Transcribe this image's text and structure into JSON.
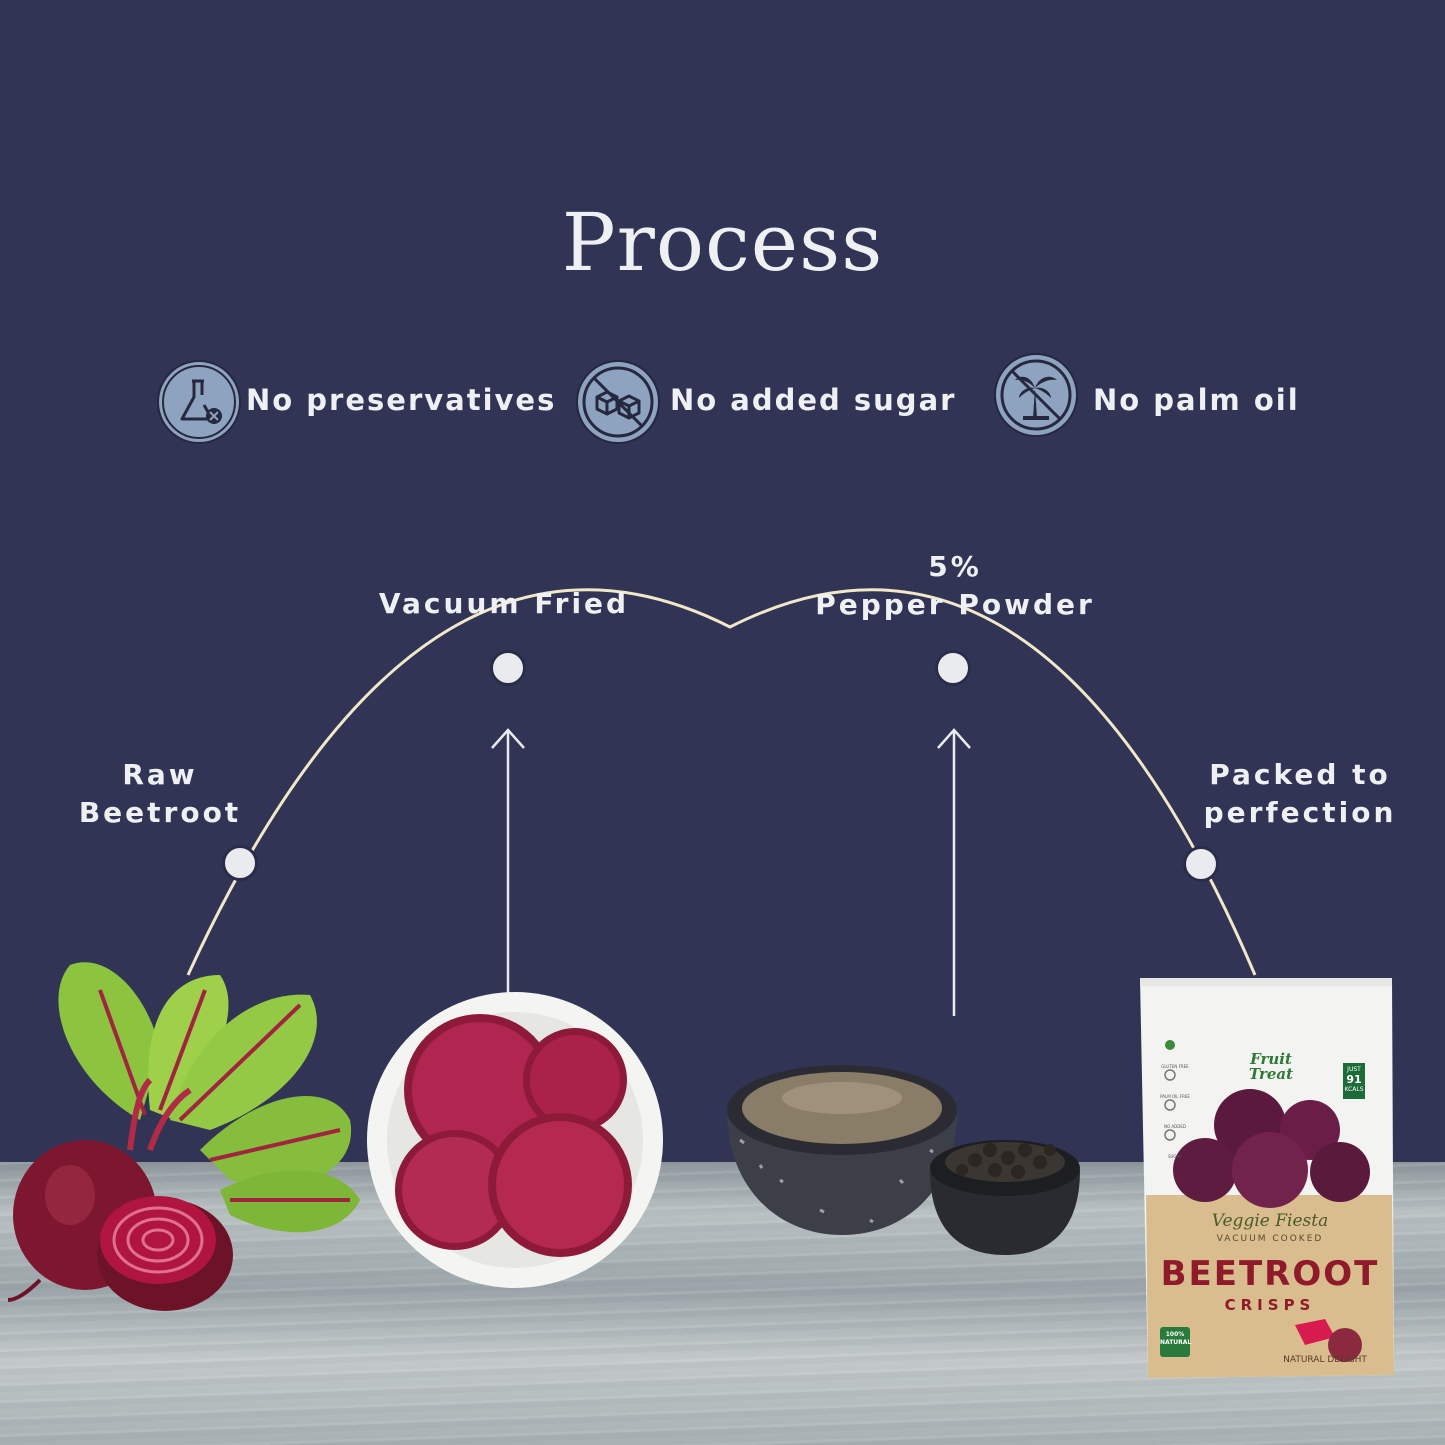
{
  "title": "Process",
  "features": [
    {
      "label": "No preservatives",
      "icon": "flask-cross-icon"
    },
    {
      "label": "No added sugar",
      "icon": "sugar-cubes-crossed-icon"
    },
    {
      "label": "No palm oil",
      "icon": "palm-tree-crossed-icon"
    }
  ],
  "steps": [
    {
      "line1": "Raw",
      "line2": "Beetroot"
    },
    {
      "line1": "Vacuum Fried",
      "line2": ""
    },
    {
      "line1": "5%",
      "line2": "Pepper Powder"
    },
    {
      "line1": "Packed to",
      "line2": "perfection"
    }
  ],
  "package": {
    "brand": "Fruit Treat",
    "line": "Veggie Fiesta",
    "subtitle": "VACUUM COOKED",
    "product": "BEETROOT",
    "product_sub": "CRISPS",
    "tagline": "NATURAL DELIGHT",
    "kcal_prefix": "JUST",
    "kcal_value": "91",
    "kcal_unit": "KCALS",
    "natural_badge": "100% NATURAL",
    "claims": [
      "GLUTEN FREE",
      "PALM OIL FREE",
      "NO ADDED SUGAR"
    ]
  },
  "colors": {
    "background": "#313454",
    "arc": "#f1e8c9",
    "icon_fill": "#8ea3bf",
    "text": "#eef0f4",
    "beet": "#8e1a3a"
  }
}
